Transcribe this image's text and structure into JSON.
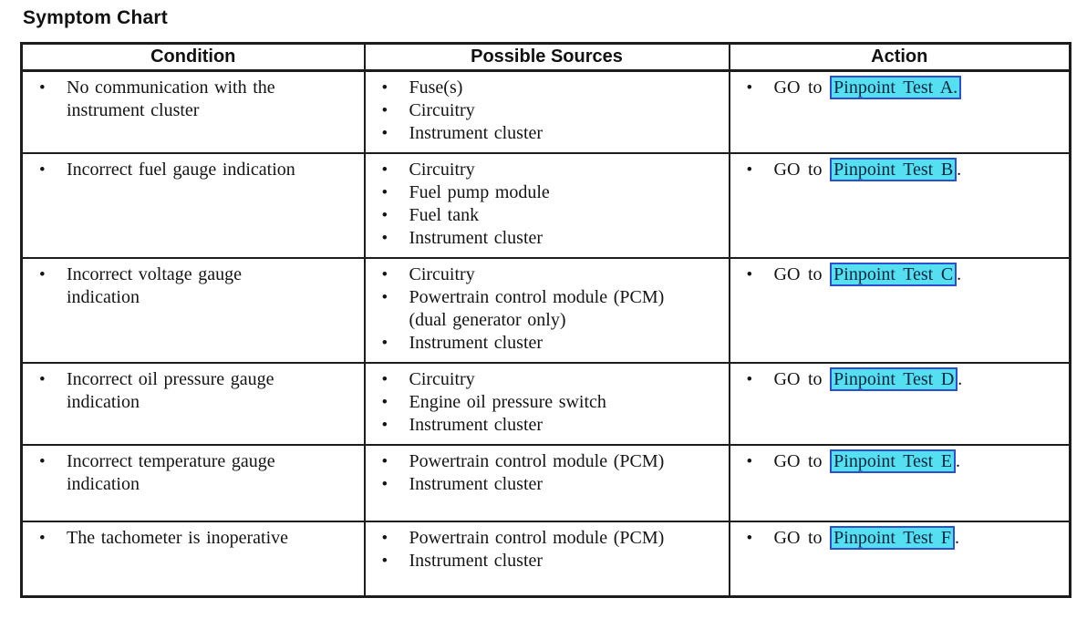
{
  "page_title": "Symptom Chart",
  "icons": {
    "bullet": "•"
  },
  "colors": {
    "link_bg": "#55e0f2",
    "link_border": "#2e4fcd",
    "link_text": "#0a2540",
    "table_border": "#1c1c1c",
    "text": "#141414"
  },
  "table": {
    "headers": [
      "Condition",
      "Possible Sources",
      "Action"
    ],
    "rows": [
      {
        "condition": "No communication with the instrument cluster",
        "sources": [
          "Fuse(s)",
          "Circuitry",
          "Instrument cluster"
        ],
        "action_prefix": "GO to",
        "action_link": "Pinpoint Test A.",
        "action_suffix": ""
      },
      {
        "condition": "Incorrect fuel gauge indication",
        "sources": [
          "Circuitry",
          "Fuel pump module",
          "Fuel tank",
          "Instrument cluster"
        ],
        "action_prefix": "GO to",
        "action_link": "Pinpoint Test B",
        "action_suffix": "."
      },
      {
        "condition": "Incorrect voltage gauge indication",
        "sources": [
          "Circuitry",
          "Powertrain control module (PCM) (dual generator only)",
          "Instrument cluster"
        ],
        "action_prefix": "GO to",
        "action_link": "Pinpoint Test C",
        "action_suffix": "."
      },
      {
        "condition": "Incorrect oil pressure gauge indication",
        "sources": [
          "Circuitry",
          "Engine oil pressure switch",
          "Instrument cluster"
        ],
        "action_prefix": "GO to",
        "action_link": "Pinpoint Test D",
        "action_suffix": "."
      },
      {
        "condition": "Incorrect temperature gauge indication",
        "sources": [
          "Powertrain control module (PCM)",
          "Instrument cluster"
        ],
        "action_prefix": "GO to",
        "action_link": "Pinpoint Test E",
        "action_suffix": "."
      },
      {
        "condition": "The tachometer is inoperative",
        "sources": [
          "Powertrain control module (PCM)",
          "Instrument cluster"
        ],
        "action_prefix": "GO to",
        "action_link": "Pinpoint Test F",
        "action_suffix": "."
      }
    ]
  }
}
